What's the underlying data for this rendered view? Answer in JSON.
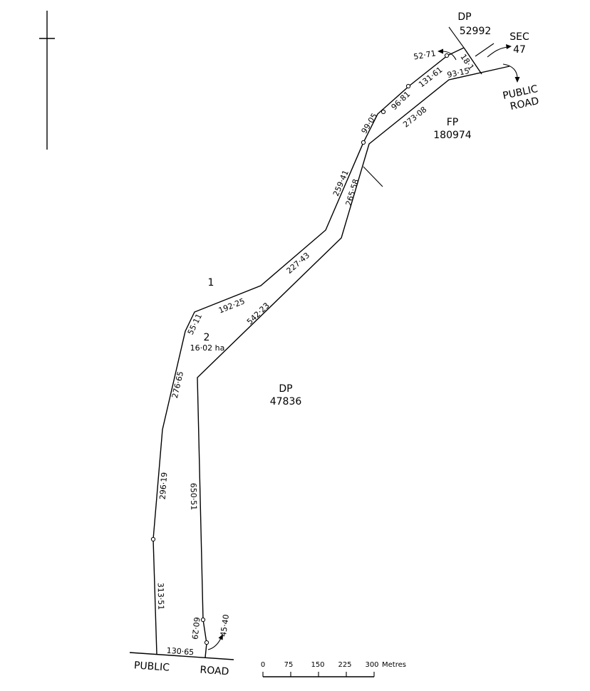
{
  "labels": {
    "dp_top_a": "DP",
    "dp_top_b": "52992",
    "sec_a": "SEC",
    "sec_b": "47",
    "public_road_ne_a": "PUBLIC",
    "public_road_ne_b": "ROAD",
    "fp_a": "FP",
    "fp_b": "180974",
    "lot_1": "1",
    "lot_2": "2",
    "lot_2_area": "16·02 ha",
    "dp_center_a": "DP",
    "dp_center_b": "47836",
    "public_road_s_a": "PUBLIC",
    "public_road_s_b": "ROAD"
  },
  "dimensions": {
    "d_52_71": "52·71",
    "d_18_1": "18·1",
    "d_93_15": "93·15",
    "d_131_61": "131·61",
    "d_96_81": "96·81",
    "d_99_05": "99·05",
    "d_273_08": "273·08",
    "d_259_41": "259·41",
    "d_265_58": "265·58",
    "d_227_43": "227·43",
    "d_192_25": "192·25",
    "d_542_23": "542·23",
    "d_55_11": "55·11",
    "d_276_65": "276·65",
    "d_296_19": "296·19",
    "d_650_51": "650·51",
    "d_313_51": "313·51",
    "d_60_29": "60·29",
    "d_45_40": "45·40",
    "d_130_65": "130·65"
  },
  "scale_bar": {
    "ticks": [
      "0",
      "75",
      "150",
      "225",
      "300"
    ],
    "unit": "Metres"
  }
}
